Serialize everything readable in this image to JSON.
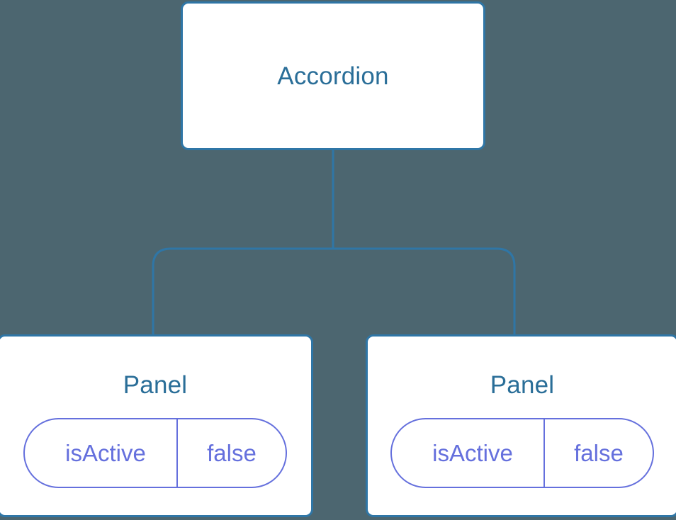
{
  "diagram": {
    "background_color": "#4c6670",
    "node_border_color": "#2f76a6",
    "node_fill_color": "#ffffff",
    "node_title_color": "#2a6e98",
    "edge_color": "#2f76a6",
    "prop_color": "#6570dd",
    "root": {
      "title": "Accordion"
    },
    "children": [
      {
        "title": "Panel",
        "props": [
          {
            "key": "isActive",
            "value": "false"
          }
        ]
      },
      {
        "title": "Panel",
        "props": [
          {
            "key": "isActive",
            "value": "false"
          }
        ]
      }
    ]
  }
}
